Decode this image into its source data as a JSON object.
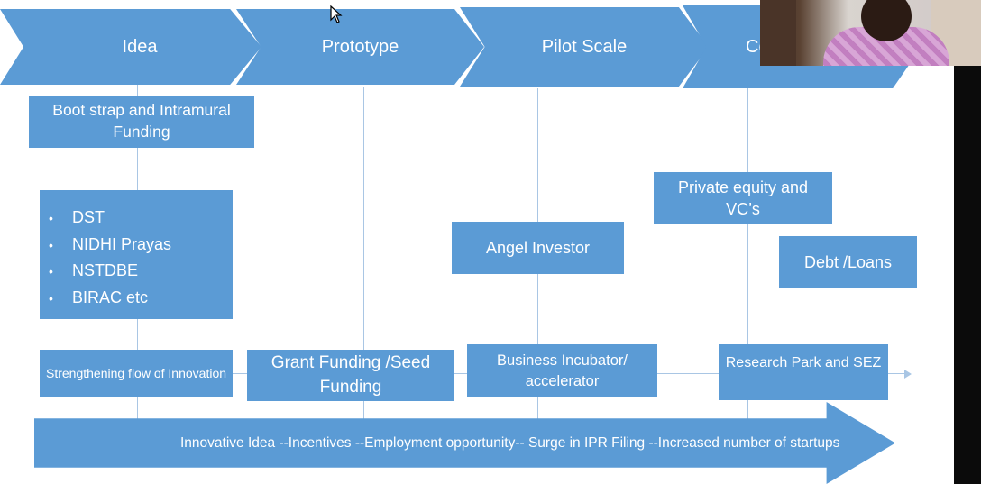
{
  "stages": [
    "Idea",
    "Prototype",
    "Pilot Scale",
    "Co"
  ],
  "funding": {
    "bootstrap": "Boot strap and Intramural Funding",
    "schemes": [
      "DST",
      "NIDHI Prayas",
      "NSTDBE",
      "BIRAC etc"
    ],
    "bullet": "•",
    "angel": "Angel Investor",
    "private_equity": "Private equity and VC’s",
    "debt": "Debt /Loans"
  },
  "support": {
    "strengthening": "Strengthening flow of Innovation",
    "grant": "Grant Funding /Seed Funding",
    "incubator": "Business Incubator/ accelerator",
    "research_park": "Research Park and SEZ"
  },
  "banner": "Innovative Idea --Incentives --Employment opportunity-- Surge in IPR Filing --Increased number of startups",
  "colors": {
    "accent": "#5b9bd5",
    "connector": "#a9c6e4"
  },
  "icons": {
    "cursor": "mouse-pointer-icon",
    "video": "webcam-feed"
  }
}
